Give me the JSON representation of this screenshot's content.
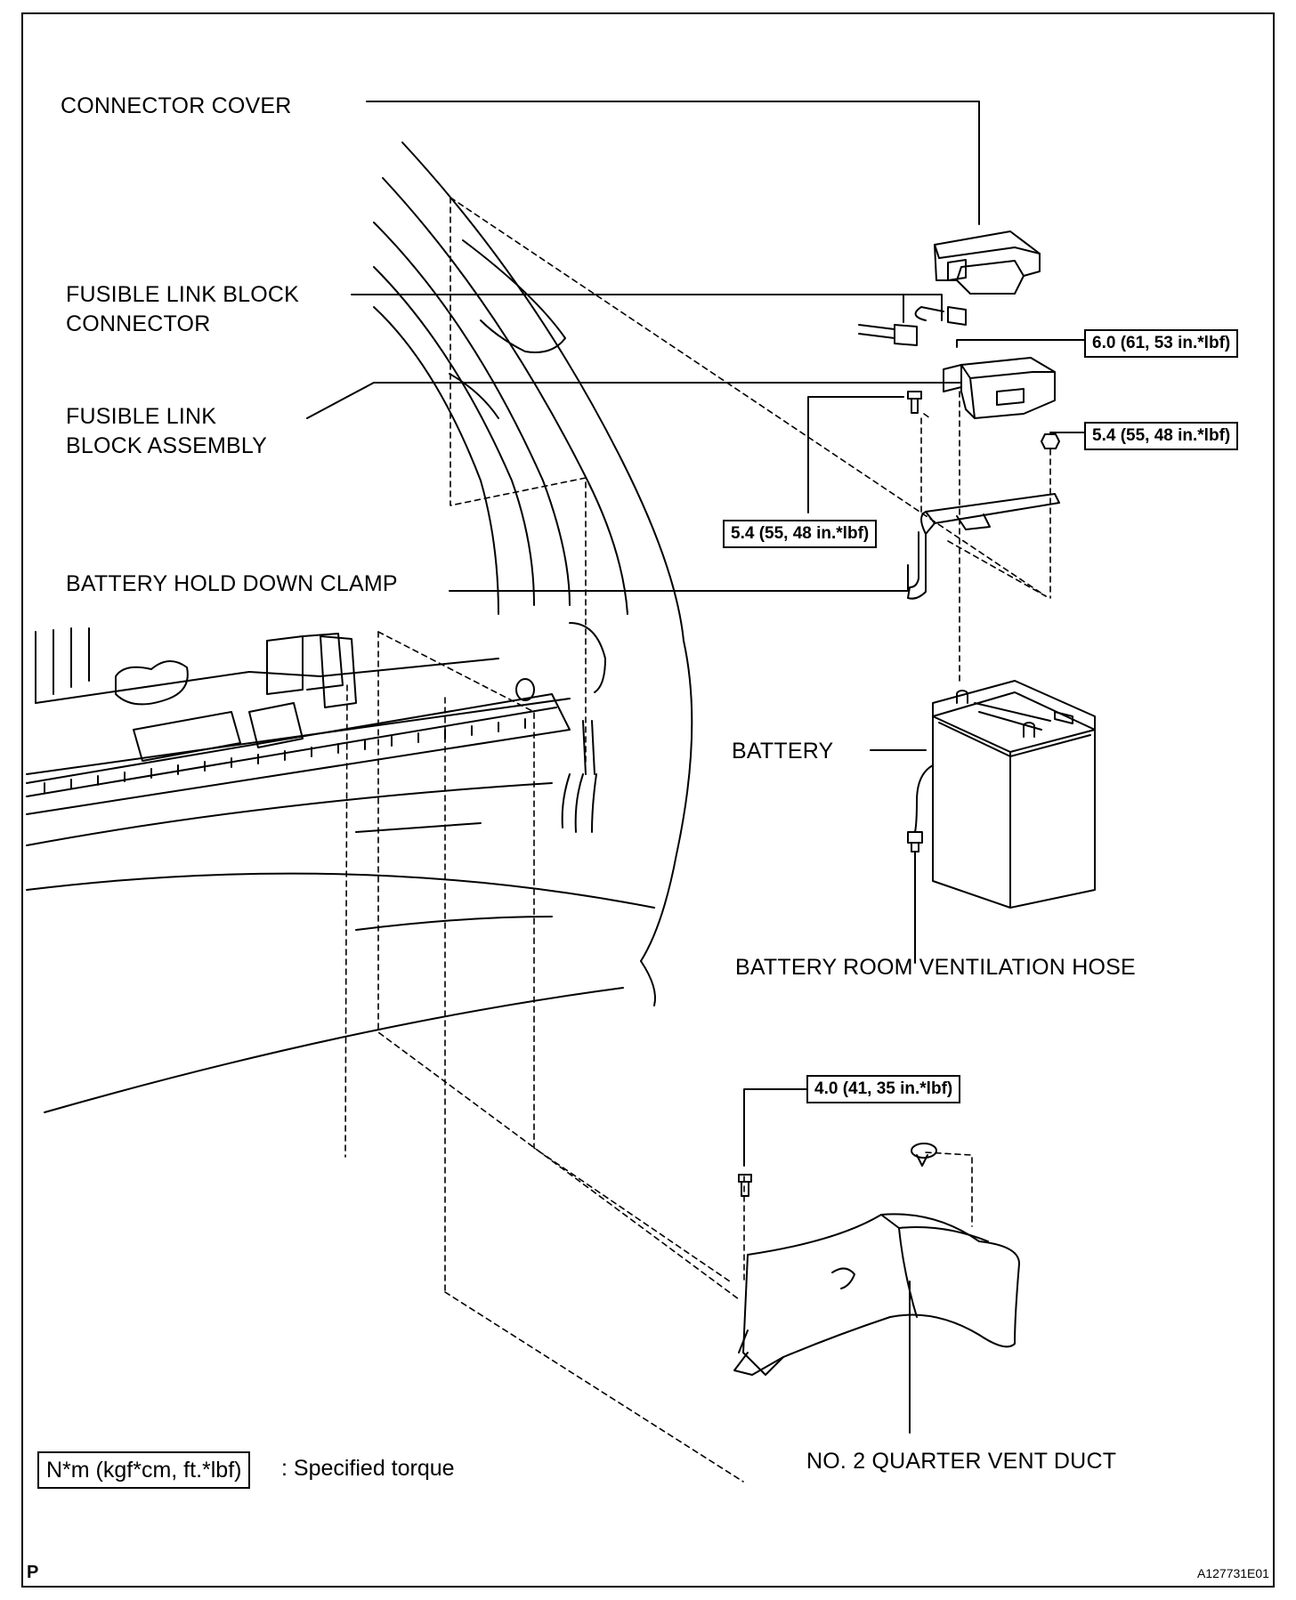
{
  "labels": {
    "connector_cover": "CONNECTOR COVER",
    "fusible_link_block_connector_1": "FUSIBLE LINK BLOCK",
    "fusible_link_block_connector_2": "CONNECTOR",
    "fusible_link_block_assembly_1": "FUSIBLE LINK",
    "fusible_link_block_assembly_2": "BLOCK ASSEMBLY",
    "battery_hold_down_clamp": "BATTERY HOLD DOWN CLAMP",
    "battery": "BATTERY",
    "battery_room_ventilation_hose": "BATTERY ROOM VENTILATION HOSE",
    "no2_quarter_vent_duct": "NO. 2 QUARTER VENT DUCT"
  },
  "torques": {
    "fusible_link_block_nut": "6.0 (61, 53 in.*lbf)",
    "clamp_nut": "5.4 (55, 48 in.*lbf)",
    "clamp_bolt": "5.4 (55, 48 in.*lbf)",
    "duct_bolt": "4.0 (41, 35 in.*lbf)"
  },
  "legend": {
    "unit": "N*m (kgf*cm, ft.*lbf)",
    "description": ": Specified torque"
  },
  "corner_mark": "P",
  "figure_code": "A127731E01"
}
